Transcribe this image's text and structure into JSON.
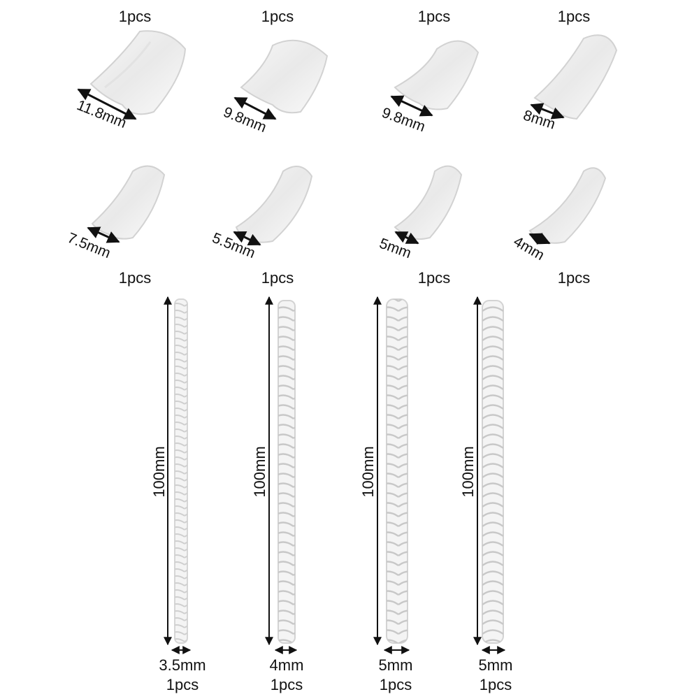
{
  "quantity_label": "1pcs",
  "top_row": [
    {
      "size": "11.8mm",
      "qty": "1pcs"
    },
    {
      "size": "9.8mm",
      "qty": "1pcs"
    },
    {
      "size": "9.8mm",
      "qty": "1pcs"
    },
    {
      "size": "8mm",
      "qty": "1pcs"
    }
  ],
  "middle_row": [
    {
      "size": "7.5mm",
      "qty": "1pcs"
    },
    {
      "size": "5.5mm",
      "qty": "1pcs"
    },
    {
      "size": "5mm",
      "qty": "1pcs"
    },
    {
      "size": "4mm",
      "qty": "1pcs"
    }
  ],
  "spirals": [
    {
      "length": "100mm",
      "width": "3.5mm",
      "qty": "1pcs"
    },
    {
      "length": "100mm",
      "width": "4mm",
      "qty": "1pcs"
    },
    {
      "length": "100mm",
      "width": "5mm",
      "qty": "1pcs"
    },
    {
      "length": "100mm",
      "width": "5mm",
      "qty": "1pcs"
    }
  ]
}
